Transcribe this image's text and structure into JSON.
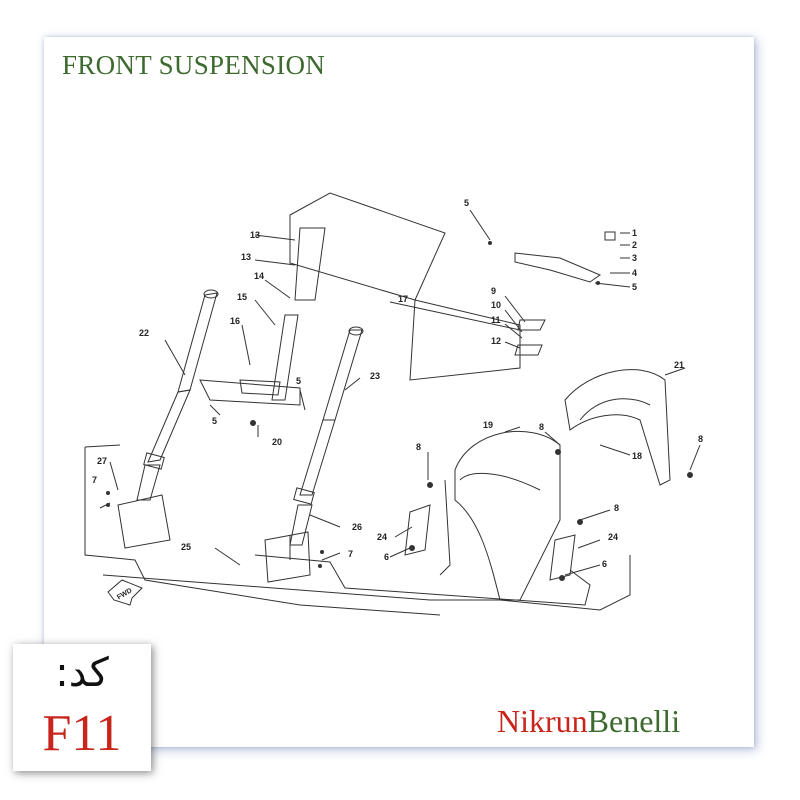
{
  "title": "FRONT SUSPENSION",
  "brand": {
    "part1": "Nikrun",
    "part2": "Benelli"
  },
  "code": {
    "label": "کد:",
    "value": "F11"
  },
  "diagram": {
    "arrow_label": "FWD",
    "callouts": [
      "1",
      "2",
      "3",
      "4",
      "5",
      "5",
      "5",
      "5",
      "6",
      "6",
      "7",
      "7",
      "8",
      "8",
      "8",
      "8",
      "9",
      "10",
      "11",
      "12",
      "13",
      "13",
      "14",
      "15",
      "16",
      "17",
      "18",
      "19",
      "20",
      "21",
      "22",
      "23",
      "24",
      "24",
      "25",
      "26",
      "27"
    ]
  },
  "colors": {
    "title": "#3d6b2f",
    "brand_red": "#c8261d",
    "brand_green": "#3d6b2f",
    "line": "#333333"
  }
}
